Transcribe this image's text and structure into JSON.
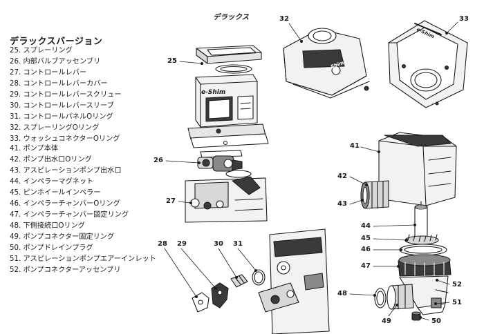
{
  "version_label": "デラックス",
  "parts_list": {
    "title": "デラックスバージョン",
    "group_a": [
      "25. スプレーリング",
      "26. 内部バルブアッセンブリ",
      "27. コントロールレバー",
      "28. コントロールレバーカバー",
      "29. コントロールレバースクリュー",
      "30. コントロールレバースリーブ",
      "31. コントロールパネルOリング",
      "32. スプレーリングOリング",
      "33. ウォッシュコネクターOリング"
    ],
    "group_b": [
      "41. ポンプ本体",
      "42. ポンプ出水口Oリング",
      "43. アスピレーションポンプ出水口",
      "44. インペラーマグネット",
      "45. ピンホイールインペラー",
      "46. インペラーチャンバーOリング",
      "47. インペラーチャンバー固定リング",
      "48. 下側接続口Oリング",
      "49. ポンプコネクター固定リング",
      "50. ポンプドレインプラグ",
      "51. アスピレーションポンプエアーインレット",
      "52. ポンプコネクターアッセンブリ"
    ]
  },
  "brand_text": "e-Shim",
  "callouts": {
    "c25": "25",
    "c26": "26",
    "c27": "27",
    "c28": "28",
    "c29": "29",
    "c30": "30",
    "c31": "31",
    "c32": "32",
    "c33": "33",
    "c41": "41",
    "c42": "42",
    "c43": "43",
    "c44": "44",
    "c45": "45",
    "c46": "46",
    "c47": "47",
    "c48": "48",
    "c49": "49",
    "c50": "50",
    "c51": "51",
    "c52": "52"
  },
  "colors": {
    "ink": "#1a1a1a",
    "body_fill": "#f2f2f2",
    "dark_fill": "#3a3a3a",
    "mid_fill": "#8a8a8a"
  }
}
